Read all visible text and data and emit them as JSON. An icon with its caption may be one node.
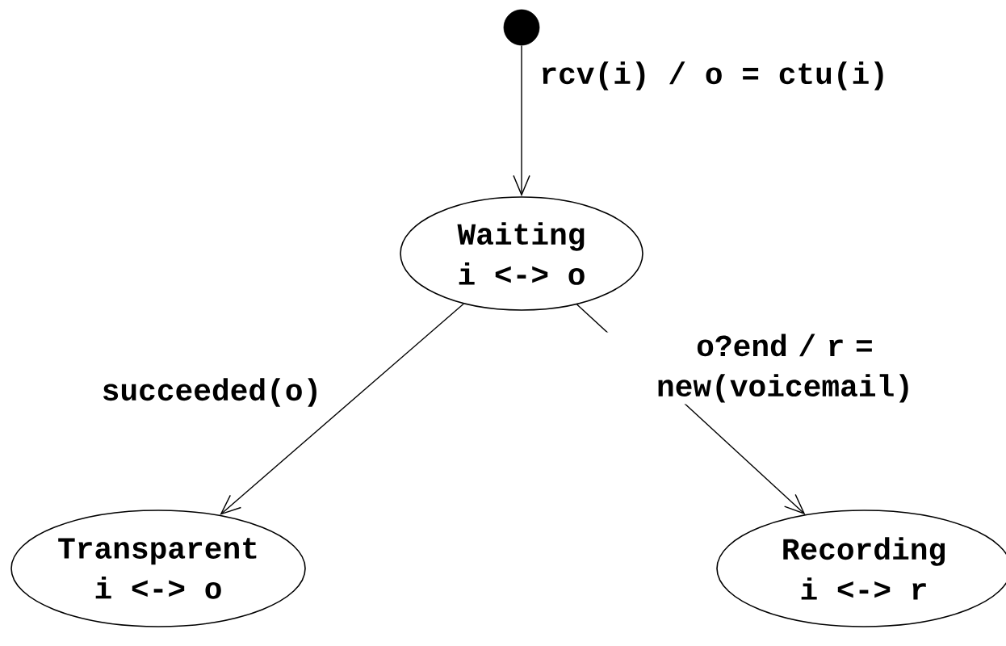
{
  "diagram": {
    "nodes": [
      {
        "text": [],
        "shape": "circle"
      },
      {
        "text": [
          "Waiting",
          "i <-> o"
        ]
      },
      {
        "text": [
          "Transparent",
          "i <-> o"
        ]
      },
      {
        "text": [
          "Recording",
          "i <-> r"
        ]
      }
    ],
    "edges": [
      {
        "from": 0,
        "to": 1,
        "arrow": "to",
        "label": "rcv(i) / o = ctu(i)"
      },
      {
        "from": 1,
        "to": 2,
        "arrow": "to",
        "label": "succeeded(o)"
      },
      {
        "from": 1,
        "to": 3,
        "arrow": "to",
        "label": "o?end / r = new(voicemail)"
      }
    ]
  }
}
